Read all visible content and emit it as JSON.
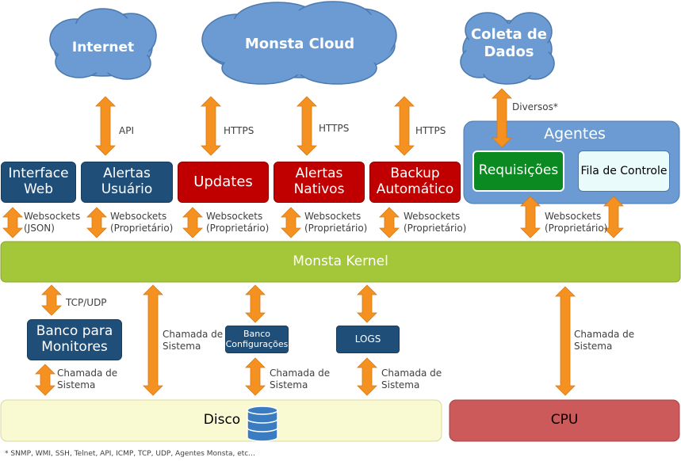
{
  "clouds": {
    "internet": "Internet",
    "monsta_cloud": "Monsta Cloud",
    "coleta": "Coleta de Dados"
  },
  "links_top": {
    "api": "API",
    "https_updates": "HTTPS",
    "https_alertas": "HTTPS",
    "https_backup": "HTTPS",
    "diversos": "Diversos*"
  },
  "modules": {
    "interface_web": "Interface Web",
    "alertas_usuario": "Alertas Usuário",
    "updates": "Updates",
    "alertas_nativos": "Alertas Nativos",
    "backup": "Backup Automático"
  },
  "agentes": {
    "title": "Agentes",
    "requisicoes": "Requisições",
    "fila": "Fila de Controle"
  },
  "links_mid": {
    "ws_json_1": "Websockets",
    "ws_json_2": "(JSON)",
    "ws_prop_a1": "Websockets",
    "ws_prop_a2": "(Proprietário)",
    "ws_prop_b1": "Websockets",
    "ws_prop_b2": "(Proprietário)",
    "ws_prop_c1": "Websockets",
    "ws_prop_c2": "(Proprietário)",
    "ws_prop_d1": "Websockets",
    "ws_prop_d2": "(Proprietário)",
    "ws_prop_e1": "Websockets",
    "ws_prop_e2": "(Proprietário)"
  },
  "kernel": "Monsta Kernel",
  "lower": {
    "tcp_udp": "TCP/UDP",
    "banco_monitores": "Banco para Monitores",
    "banco_config_1": "Banco",
    "banco_config_2": "Configurações",
    "logs": "LOGS",
    "chamada_1a": "Chamada de",
    "chamada_1b": "Sistema",
    "chamada_2a": "Chamada de",
    "chamada_2b": "Sistema",
    "chamada_3a": "Chamada de",
    "chamada_3b": "Sistema",
    "chamada_4a": "Chamada de",
    "chamada_4b": "Sistema",
    "chamada_5a": "Chamada de",
    "chamada_5b": "Sistema"
  },
  "disco": "Disco",
  "cpu": "CPU",
  "footnote": "* SNMP, WMI, SSH, Telnet, API, ICMP, TCP, UDP, Agentes Monsta, etc...",
  "colors": {
    "cloud": "#6b9bd2",
    "navy": "#1f4e79",
    "red": "#c00000",
    "green_kernel": "#a4c639",
    "agentes_bg": "#6b9bd2",
    "requisicoes": "#0b8a22",
    "fila": "#e9fbfb",
    "arrow": "#f59121",
    "disco": "#fafad2",
    "cpu": "#cc5a5a"
  }
}
